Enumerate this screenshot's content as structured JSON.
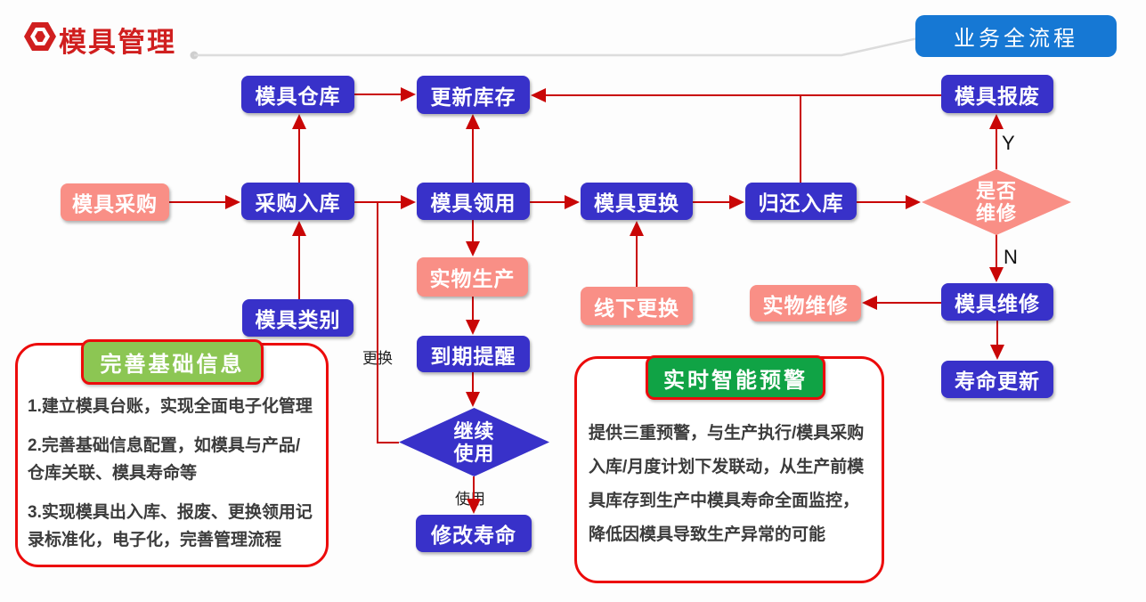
{
  "header": {
    "title": "模具管理",
    "flow_badge": "业务全流程"
  },
  "nodes": {
    "mold_warehouse": {
      "label": "模具仓库"
    },
    "update_stock": {
      "label": "更新库存"
    },
    "mold_scrap": {
      "label": "模具报废"
    },
    "mold_purchase": {
      "label": "模具采购"
    },
    "purchase_inbound": {
      "label": "采购入库"
    },
    "mold_requisition": {
      "label": "模具领用"
    },
    "mold_replace": {
      "label": "模具更换"
    },
    "return_inbound": {
      "label": "归还入库"
    },
    "repair_decision": {
      "line1": "是否",
      "line2": "维修"
    },
    "mold_category": {
      "label": "模具类别"
    },
    "physical_production": {
      "label": "实物生产"
    },
    "offline_replace": {
      "label": "线下更换"
    },
    "physical_repair": {
      "label": "实物维修"
    },
    "mold_repair": {
      "label": "模具维修"
    },
    "expiry_reminder": {
      "label": "到期提醒"
    },
    "life_update": {
      "label": "寿命更新"
    },
    "continue_use": {
      "line1": "继续",
      "line2": "使用"
    },
    "modify_life": {
      "label": "修改寿命"
    }
  },
  "edge_labels": {
    "replace": "更换",
    "use": "使用",
    "yes": "Y",
    "no": "N"
  },
  "callouts": {
    "left": {
      "badge": "完善基础信息",
      "items": [
        "1.建立模具台账，实现全面电子化管理",
        "2.完善基础信息配置，如模具与产品/仓库关联、模具寿命等",
        "3.实现模具出入库、报废、更换领用记录标准化，电子化，完善管理流程"
      ]
    },
    "right": {
      "badge": "实时智能预警",
      "body": "提供三重预警，与生产执行/模具采购入库/月度计划下发联动，从生产前模具库存到生产中模具寿命全面监控，降低因模具导致生产异常的可能"
    }
  },
  "colors": {
    "node_blue": "#3831c9",
    "node_pink": "#f98f86",
    "arrow_red": "#c90606",
    "title_red": "#d01f1f",
    "callout_border_red": "#ec0b0b",
    "flow_badge_blue": "#1678d4",
    "badge_green_light": "#8cc653",
    "badge_green": "#10a345"
  }
}
